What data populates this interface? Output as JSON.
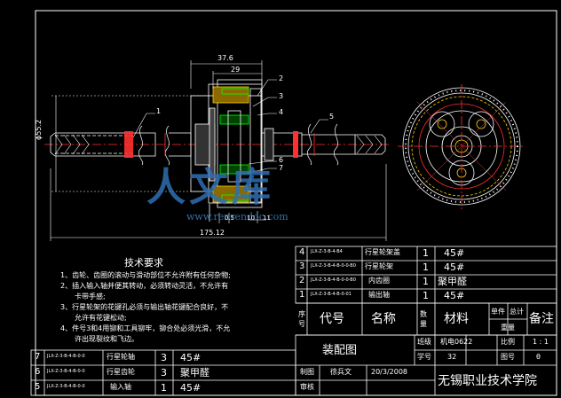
{
  "watermark": {
    "text": "人文库",
    "url": "www.renrendoc.com"
  },
  "dimensions": {
    "d1": "37.6",
    "d2": "29",
    "d3": "ϕ55.2",
    "d4": "0.5",
    "d5": "10",
    "d6": "11",
    "d7": "175.12"
  },
  "balloons": [
    "1",
    "2",
    "3",
    "4",
    "5",
    "6",
    "7"
  ],
  "tech": {
    "title": "技术要求",
    "lines": [
      "1、齿轮、齿圈的滚动与滑动部位不允许附有任何杂物;",
      "2、插入输入轴并便其转动，必须转动灵活，不允许有",
      "卡带手感;",
      "3、行星轮架的花键孔必须与输出轴花键配合良好，不",
      "允许有花键松动;",
      "4、件号3和4用铆和工具铆牢，铆合处必须光滑，不允",
      "许出现裂纹和飞边。"
    ]
  },
  "bom_upper": [
    {
      "no": "4",
      "code": "JLX-Z-3-B-4-B4",
      "name": "行星轮架盖",
      "qty": "1",
      "mat": "45#"
    },
    {
      "no": "3",
      "code": "JLX-Z-3-B-4-B-0-0-B0",
      "name": "行星轮架",
      "qty": "1",
      "mat": "45#"
    },
    {
      "no": "2",
      "code": "JLX-Z-3-B-4-B-0-0-B0",
      "name": "内齿圈",
      "qty": "1",
      "mat": "聚甲醛"
    },
    {
      "no": "1",
      "code": "JLX-Z-3-B-4-B-0-01",
      "name": "输出轴",
      "qty": "1",
      "mat": "45#"
    }
  ],
  "bom_header": {
    "no": "序号",
    "code": "代号",
    "name": "名称",
    "qty": "数量",
    "mat": "材料",
    "unit": "单件",
    "total": "总计",
    "weight": "重量",
    "remark": "备注"
  },
  "bom_lower": [
    {
      "no": "7",
      "code": "JLX-Z-3-B-4-B-0-0",
      "name": "行星轮轴",
      "qty": "3",
      "mat": "45#"
    },
    {
      "no": "6",
      "code": "JLX-Z-3-B-4-B-0-0",
      "name": "行星齿轮",
      "qty": "3",
      "mat": "聚甲醛"
    },
    {
      "no": "5",
      "code": "JLX-Z-3-B-4-B-0-0",
      "name": "输入轴",
      "qty": "1",
      "mat": "45#"
    }
  ],
  "title_block": {
    "drawing_title": "装配图",
    "class_label": "班级",
    "class_value": "机电0622",
    "id_label": "学号",
    "id_value": "32",
    "scale_label": "比例",
    "scale_value": "1 : 1",
    "sheet_label": "图号",
    "sheet_value": "θ",
    "drawn_label": "制图",
    "drawn_name": "徐兵文",
    "date": "20/3/2008",
    "check_label": "审核",
    "school": "无锡职业技术学院"
  }
}
